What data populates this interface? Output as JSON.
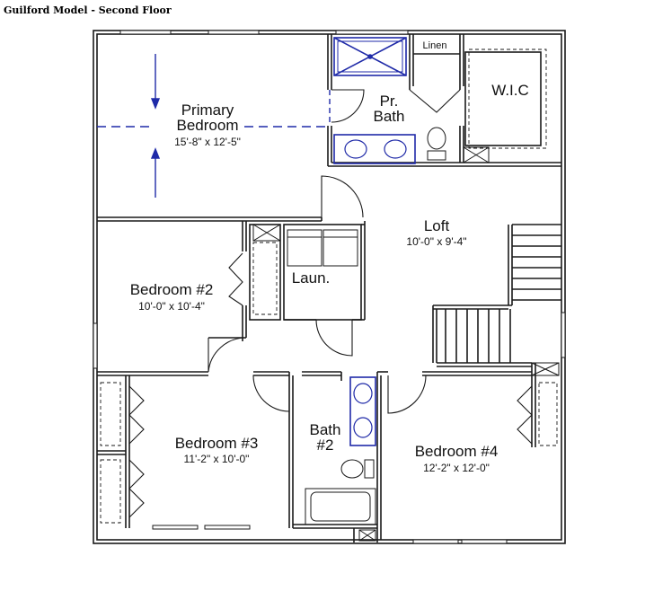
{
  "title": "Guilford Model - Second Floor",
  "rooms": {
    "primary_bedroom": {
      "name_line1": "Primary",
      "name_line2": "Bedroom",
      "dims": "15'-8\" x 12'-5\""
    },
    "pr_bath": {
      "name_line1": "Pr.",
      "name_line2": "Bath"
    },
    "linen": {
      "name": "Linen"
    },
    "wic": {
      "name": "W.I.C"
    },
    "loft": {
      "name": "Loft",
      "dims": "10'-0\" x 9'-4\""
    },
    "bedroom2": {
      "name": "Bedroom #2",
      "dims": "10'-0\" x 10'-4\""
    },
    "laundry": {
      "name": "Laun."
    },
    "bedroom3": {
      "name": "Bedroom #3",
      "dims": "11'-2\" x 10'-0\""
    },
    "bath2": {
      "name_line1": "Bath",
      "name_line2": "#2"
    },
    "bedroom4": {
      "name": "Bedroom #4",
      "dims": "12'-2\" x 12'-0\""
    }
  },
  "colors": {
    "wall": "#1a1a1a",
    "fixture_accent": "#1f2aa8",
    "dimension_line": "#1f2aa8",
    "background": "#ffffff"
  }
}
